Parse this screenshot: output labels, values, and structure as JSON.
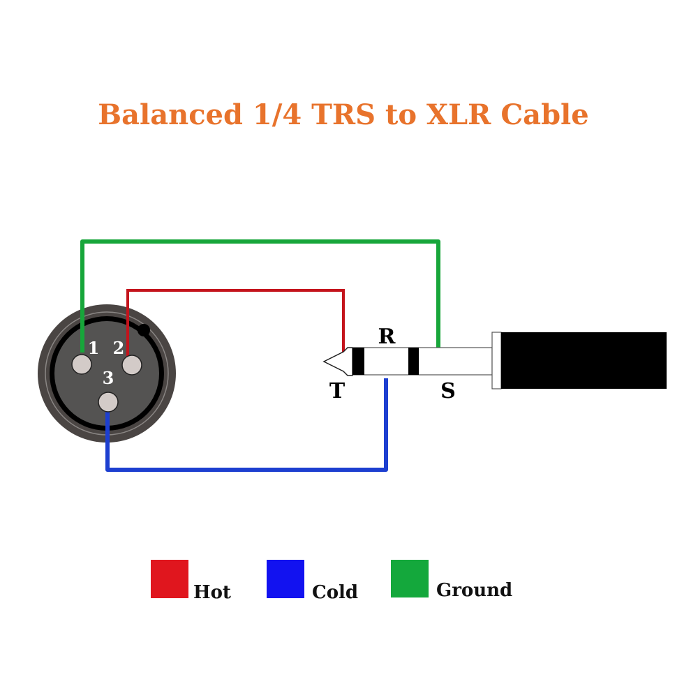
{
  "title": "Balanced 1/4 TRS to XLR Cable",
  "xlr": {
    "pins": [
      "1",
      "2",
      "3"
    ]
  },
  "trs": {
    "tip": "T",
    "ring": "R",
    "sleeve": "S"
  },
  "legend": [
    {
      "label": "Hot",
      "color": "#e0161e"
    },
    {
      "label": "Cold",
      "color": "#1212f0"
    },
    {
      "label": "Ground",
      "color": "#14a83c"
    }
  ],
  "colors": {
    "title": "#e8732c",
    "hot_wire": "#c4141c",
    "cold_wire": "#1d3fd0",
    "ground_wire": "#17a63a"
  }
}
